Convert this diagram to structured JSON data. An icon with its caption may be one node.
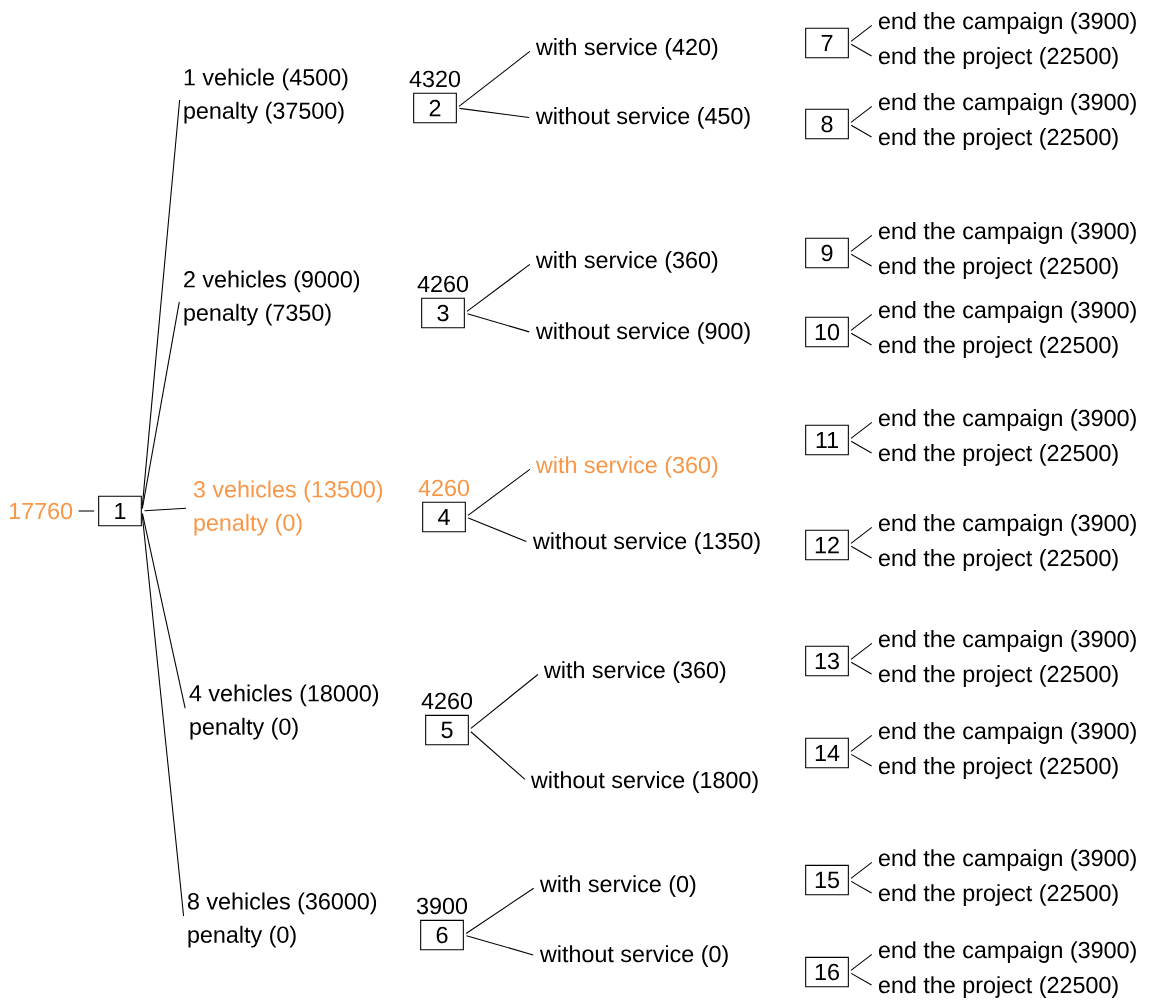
{
  "diagram": {
    "nodes": [
      {
        "text": [
          "17760"
        ]
      },
      {
        "text": [
          "1"
        ]
      },
      {
        "text": [
          "1 vehicle (4500)",
          "penalty (37500)"
        ]
      },
      {
        "text": [
          "2"
        ],
        "beside": [
          "4320"
        ]
      },
      {
        "text": [
          "with service (420)"
        ]
      },
      {
        "text": [
          "without service (450)"
        ]
      },
      {
        "text": [
          "7"
        ]
      },
      {
        "text": [
          "end the campaign (3900)"
        ]
      },
      {
        "text": [
          "end the project (22500)"
        ]
      },
      {
        "text": [
          "8"
        ]
      },
      {
        "text": [
          "end the campaign (3900)"
        ]
      },
      {
        "text": [
          "end the project (22500)"
        ]
      },
      {
        "text": [
          "2 vehicles (9000)",
          "penalty (7350)"
        ]
      },
      {
        "text": [
          "3"
        ],
        "beside": [
          "4260"
        ]
      },
      {
        "text": [
          "with service (360)"
        ]
      },
      {
        "text": [
          "without service (900)"
        ]
      },
      {
        "text": [
          "9"
        ]
      },
      {
        "text": [
          "end the campaign (3900)"
        ]
      },
      {
        "text": [
          "end the project (22500)"
        ]
      },
      {
        "text": [
          "10"
        ]
      },
      {
        "text": [
          "end the campaign (3900)"
        ]
      },
      {
        "text": [
          "end the project (22500)"
        ]
      },
      {
        "text": [
          "3 vehicles (13500)",
          "penalty (0)"
        ]
      },
      {
        "text": [
          "4"
        ],
        "beside": [
          "4260"
        ]
      },
      {
        "text": [
          "with service (360)"
        ]
      },
      {
        "text": [
          "without service (1350)"
        ]
      },
      {
        "text": [
          "11"
        ]
      },
      {
        "text": [
          "end the campaign (3900)"
        ]
      },
      {
        "text": [
          "end the project (22500)"
        ]
      },
      {
        "text": [
          "12"
        ]
      },
      {
        "text": [
          "end the campaign (3900)"
        ]
      },
      {
        "text": [
          "end the project (22500)"
        ]
      },
      {
        "text": [
          "4 vehicles (18000)",
          "penalty (0)"
        ]
      },
      {
        "text": [
          "5"
        ],
        "beside": [
          "4260"
        ]
      },
      {
        "text": [
          "with service (360)"
        ]
      },
      {
        "text": [
          "without service (1800)"
        ]
      },
      {
        "text": [
          "13"
        ]
      },
      {
        "text": [
          "end the campaign (3900)"
        ]
      },
      {
        "text": [
          "end the project (22500)"
        ]
      },
      {
        "text": [
          "14"
        ]
      },
      {
        "text": [
          "end the campaign (3900)"
        ]
      },
      {
        "text": [
          "end the project (22500)"
        ]
      },
      {
        "text": [
          "8 vehicles (36000)",
          "penalty (0)"
        ]
      },
      {
        "text": [
          "6"
        ],
        "beside": [
          "3900"
        ]
      },
      {
        "text": [
          "with service (0)"
        ]
      },
      {
        "text": [
          "without service (0)"
        ]
      },
      {
        "text": [
          "15"
        ]
      },
      {
        "text": [
          "end the campaign (3900)"
        ]
      },
      {
        "text": [
          "end the project (22500)"
        ]
      },
      {
        "text": [
          "16"
        ]
      },
      {
        "text": [
          "end the campaign (3900)"
        ]
      },
      {
        "text": [
          "end the project (22500)"
        ]
      }
    ],
    "edges": [
      {
        "from": 0,
        "to": 1,
        "arrow": "none"
      },
      {
        "from": 1,
        "to": 2,
        "arrow": "none"
      },
      {
        "from": 3,
        "to": 4,
        "arrow": "none"
      },
      {
        "from": 3,
        "to": 5,
        "arrow": "none"
      },
      {
        "from": 6,
        "to": 7,
        "arrow": "none"
      },
      {
        "from": 6,
        "to": 8,
        "arrow": "none"
      },
      {
        "from": 9,
        "to": 10,
        "arrow": "none"
      },
      {
        "from": 9,
        "to": 11,
        "arrow": "none"
      },
      {
        "from": 1,
        "to": 12,
        "arrow": "none"
      },
      {
        "from": 13,
        "to": 14,
        "arrow": "none"
      },
      {
        "from": 13,
        "to": 15,
        "arrow": "none"
      },
      {
        "from": 16,
        "to": 17,
        "arrow": "none"
      },
      {
        "from": 16,
        "to": 18,
        "arrow": "none"
      },
      {
        "from": 19,
        "to": 20,
        "arrow": "none"
      },
      {
        "from": 19,
        "to": 21,
        "arrow": "none"
      },
      {
        "from": 1,
        "to": 22,
        "arrow": "none"
      },
      {
        "from": 23,
        "to": 24,
        "arrow": "none"
      },
      {
        "from": 23,
        "to": 25,
        "arrow": "none"
      },
      {
        "from": 26,
        "to": 27,
        "arrow": "none"
      },
      {
        "from": 26,
        "to": 28,
        "arrow": "none"
      },
      {
        "from": 29,
        "to": 30,
        "arrow": "none"
      },
      {
        "from": 29,
        "to": 31,
        "arrow": "none"
      },
      {
        "from": 1,
        "to": 32,
        "arrow": "none"
      },
      {
        "from": 33,
        "to": 34,
        "arrow": "none"
      },
      {
        "from": 33,
        "to": 35,
        "arrow": "none"
      },
      {
        "from": 36,
        "to": 37,
        "arrow": "none"
      },
      {
        "from": 36,
        "to": 38,
        "arrow": "none"
      },
      {
        "from": 39,
        "to": 40,
        "arrow": "none"
      },
      {
        "from": 39,
        "to": 41,
        "arrow": "none"
      },
      {
        "from": 1,
        "to": 42,
        "arrow": "none"
      },
      {
        "from": 43,
        "to": 44,
        "arrow": "none"
      },
      {
        "from": 43,
        "to": 45,
        "arrow": "none"
      },
      {
        "from": 46,
        "to": 47,
        "arrow": "none"
      },
      {
        "from": 46,
        "to": 48,
        "arrow": "none"
      },
      {
        "from": 49,
        "to": 50,
        "arrow": "none"
      },
      {
        "from": 49,
        "to": 51,
        "arrow": "none"
      }
    ]
  }
}
